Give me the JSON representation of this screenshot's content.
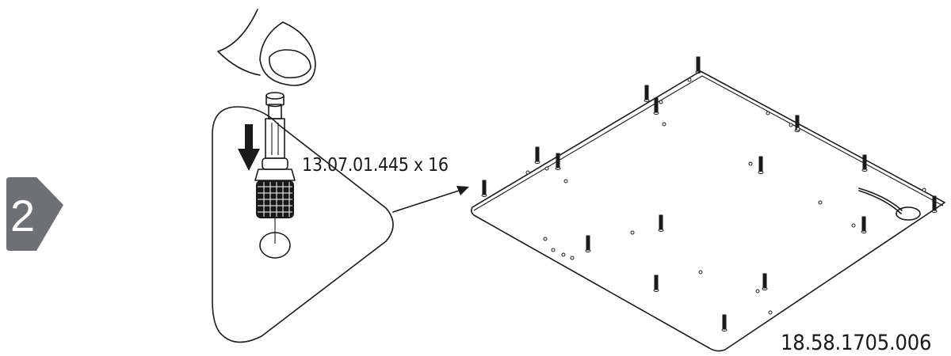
{
  "step": {
    "number": "2",
    "badge_color": "#6e7073"
  },
  "callout": {
    "label": "13.07.01.445 x 16"
  },
  "board": {
    "label": "18.58.1705.006"
  },
  "icons": {
    "hand": "finger-press-icon",
    "arrow": "push-down-arrow-icon",
    "pin": "push-pin-icon"
  }
}
